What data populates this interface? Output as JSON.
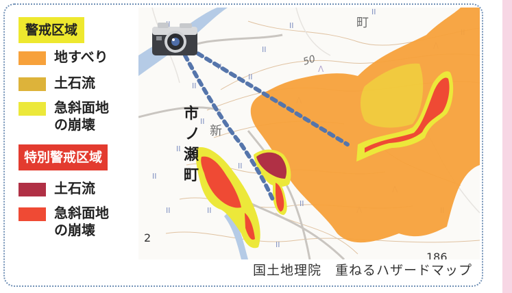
{
  "legend": {
    "warning_title": "警戒区域",
    "warning_items": [
      {
        "label": "地すべり",
        "color": "#f7a13b"
      },
      {
        "label": "土石流",
        "color": "#ddb33a"
      },
      {
        "label": "急斜面地\nの崩壊",
        "color": "#ece83a"
      }
    ],
    "special_title": "特別警戒区域",
    "special_items": [
      {
        "label": "土石流",
        "color": "#b03045"
      },
      {
        "label": "急斜面地\nの崩壊",
        "color": "#ef4a34"
      }
    ]
  },
  "map": {
    "labels": {
      "town_top": "町",
      "contour": "50",
      "place_char1": "市",
      "place_char2": "ノ",
      "place_char3": "瀬",
      "place_char4": "町",
      "shin": "新",
      "elev_left": "2",
      "elev_bottom": "186"
    },
    "icons": {
      "camera": "camera-icon"
    },
    "colors": {
      "landslide": "#f7a13b",
      "warning_slope": "#ece83a",
      "special_slope": "#ef4a34",
      "special_debris": "#b03045",
      "view_line": "#5575ab",
      "river": "#b5cbe6"
    }
  },
  "caption": "国土地理院　重ねるハザードマップ"
}
